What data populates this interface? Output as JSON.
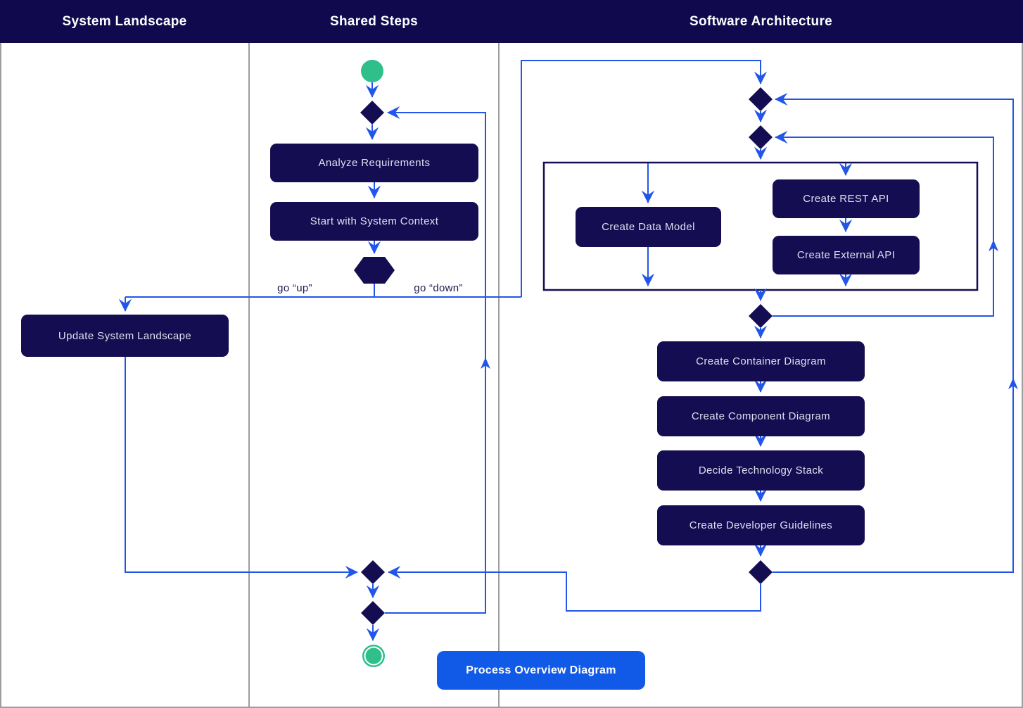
{
  "title_bar": {
    "lanes": [
      "System Landscape",
      "Shared Steps",
      "Software Architecture"
    ]
  },
  "nodes": {
    "analyze": "Analyze Requirements",
    "start_context": "Start with System Context",
    "update_landscape": "Update System Landscape",
    "data_model": "Create Data Model",
    "rest_api": "Create REST API",
    "external_api": "Create External API",
    "container_diagram": "Create Container Diagram",
    "component_diagram": "Create Component Diagram",
    "tech_stack": "Decide Technology Stack",
    "dev_guidelines": "Create Developer Guidelines"
  },
  "edge_labels": {
    "go_up": "go “up”",
    "go_down": "go “down”"
  },
  "footer": {
    "button": "Process Overview Diagram"
  },
  "colors": {
    "header_navy": "#10094e",
    "node_navy": "#150d52",
    "edge_blue": "#2256e8",
    "button_blue": "#115ae8",
    "start_green": "#2ebf8b",
    "lane_divider_gray": "#9e9e9e"
  }
}
